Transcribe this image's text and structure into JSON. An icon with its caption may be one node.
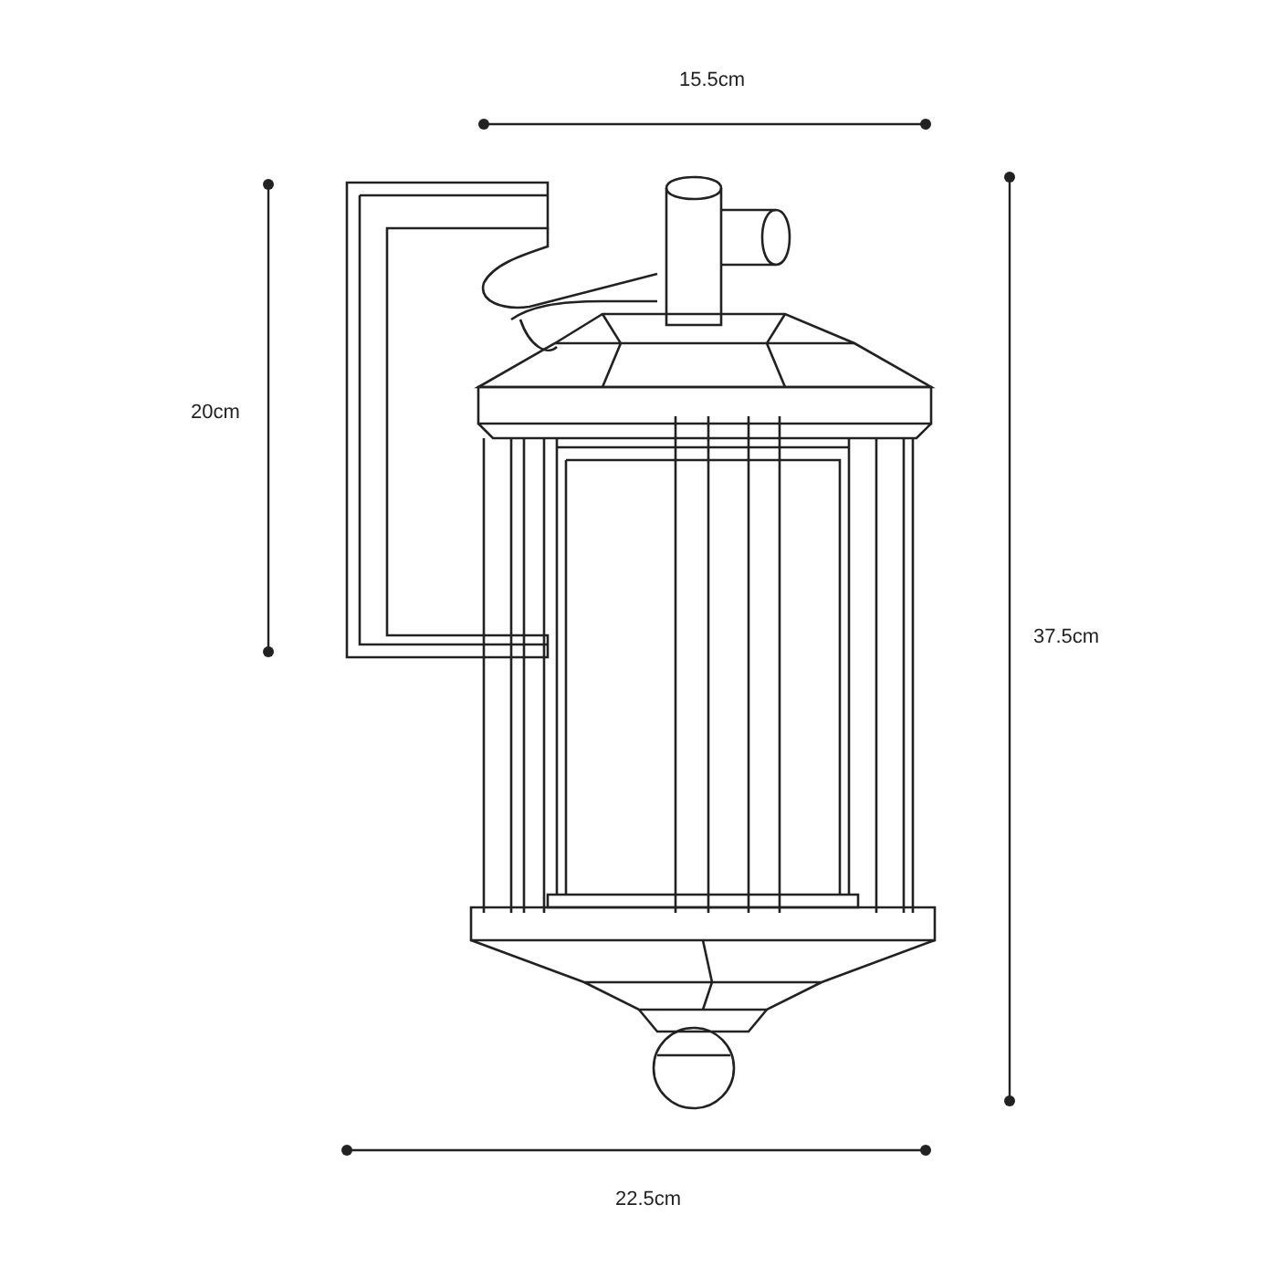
{
  "diagram": {
    "labels": [
      "15.5cm",
      "20cm",
      "37.5cm",
      "22.5cm"
    ]
  }
}
